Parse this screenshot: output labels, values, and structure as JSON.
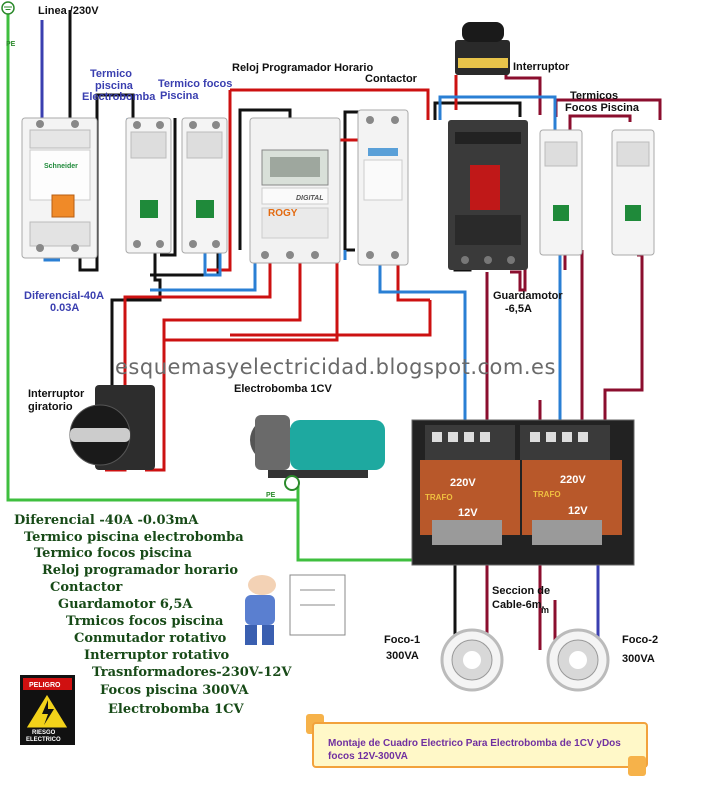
{
  "labels": {
    "linea": "Linea /230V",
    "pe_top": "PE",
    "termico_bomba": [
      "Termico",
      "piscina",
      "Electrobomba"
    ],
    "termico_focos": [
      "Termico focos",
      "Piscina"
    ],
    "reloj": "Reloj Programador Horario",
    "contactor": "Contactor",
    "interruptor": "Interruptor",
    "termicos_focos": [
      "Termicos",
      "Focos Piscina"
    ],
    "diferencial": [
      "Diferencial-40A",
      "0.03A"
    ],
    "guardamotor": [
      "Guardamotor",
      "-6,5A"
    ],
    "watermark": "esquemasyelectricidad.blogspot.com.es",
    "interruptor_giratorio": [
      "Interruptor",
      "giratorio"
    ],
    "electrobomba": "Electrobomba 1CV",
    "pe_pump": "PE",
    "trafo_220_1": "220V",
    "trafo_220_2": "220V",
    "trafo_12_1": "12V",
    "trafo_12_2": "12V",
    "trafo_tag_1": "TRAFO",
    "trafo_tag_2": "TRAFO",
    "seccion": [
      "Seccion de",
      "Cable-6m."
    ],
    "seccion_sub": "m",
    "foco1": [
      "Foco-1",
      "300VA"
    ],
    "foco2": [
      "Foco-2",
      "300VA"
    ],
    "brand": "Schneider",
    "rory": "ROGY",
    "digital": "DIGITAL",
    "peligro": "PELIGRO",
    "riesgo": [
      "RIESGO",
      "ELECTRICO"
    ]
  },
  "legend": [
    "Diferencial -40A -0.03mA",
    "Termico piscina electrobomba",
    "Termico focos piscina",
    "Reloj programador horario",
    "Contactor",
    "Guardamotor 6,5A",
    "Trmicos focos piscina",
    "Conmutador rotativo",
    "Interruptor rotativo",
    "Trasnformadores-230V-12V",
    "Focos piscina  300VA",
    "Electrobomba  1CV"
  ],
  "caption": "Montaje de Cuadro Electrico Para Electrobomba de 1CV yDos focos 12V-300VA",
  "colors": {
    "phase": "#cc1111",
    "neutral": "#2a7fd4",
    "black": "#111111",
    "earth": "#3fbf3f",
    "brown": "#8b0e2e",
    "label_blue": "#3a3fb0",
    "legend_green": "#174a17",
    "caption_purple": "#7030a0"
  }
}
